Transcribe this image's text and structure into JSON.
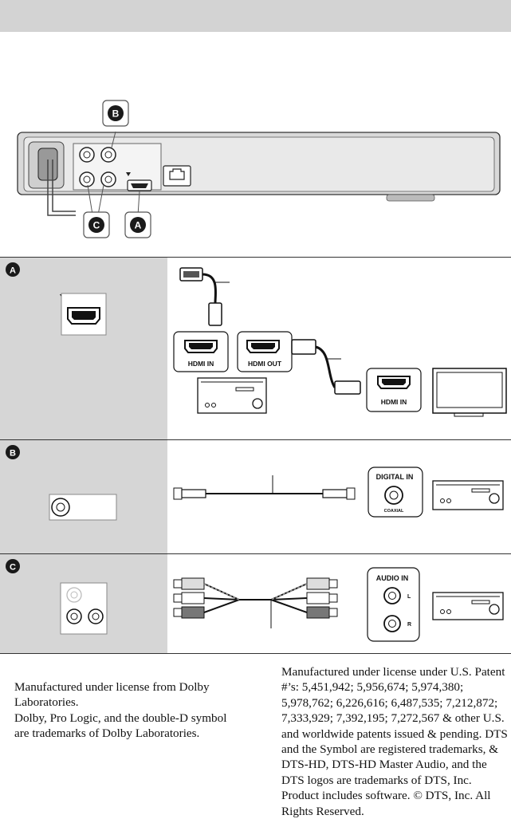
{
  "header": {
    "band": ""
  },
  "player": {
    "callouts": {
      "b_top": "B",
      "c_bottom": "C",
      "a_bottom": "A"
    }
  },
  "panels": {
    "a": {
      "letter": "A"
    },
    "b": {
      "letter": "B"
    },
    "c": {
      "letter": "C"
    }
  },
  "labels": {
    "hdmi_in": "HDMI IN",
    "hdmi_out": "HDMI OUT",
    "hdmi_in_tv": "HDMI IN",
    "digital_in": "DIGITAL IN",
    "coaxial": "COAXIAL",
    "audio_in": "AUDIO IN",
    "audio_l": "L",
    "audio_r": "R"
  },
  "text": {
    "dolby": "Manufactured under license from Dolby\nLaboratories.\nDolby, Pro Logic, and the double-D symbol\nare trademarks of Dolby Laboratories.",
    "dts": "Manufactured under license under U.S. Patent\n#’s: 5,451,942; 5,956,674; 5,974,380;\n5,978,762; 6,226,616; 6,487,535; 7,212,872;\n7,333,929; 7,392,195; 7,272,567 & other U.S.\nand worldwide patents issued & pending. DTS\nand the Symbol are registered trademarks, &\nDTS-HD, DTS-HD Master Audio, and the\nDTS logos are trademarks of DTS, Inc.\nProduct includes software. © DTS, Inc. All\nRights Reserved."
  },
  "colors": {
    "band": "#d3d3d3",
    "panel_bg": "#d6d6d6",
    "badge": "#1a1a1a"
  },
  "icons": [
    "hdmi-port-icon",
    "coaxial-jack-icon",
    "rca-jack-icon",
    "lan-port-icon",
    "tv-icon",
    "av-receiver-icon",
    "hdmi-cable-icon",
    "rca-cable-icon"
  ]
}
